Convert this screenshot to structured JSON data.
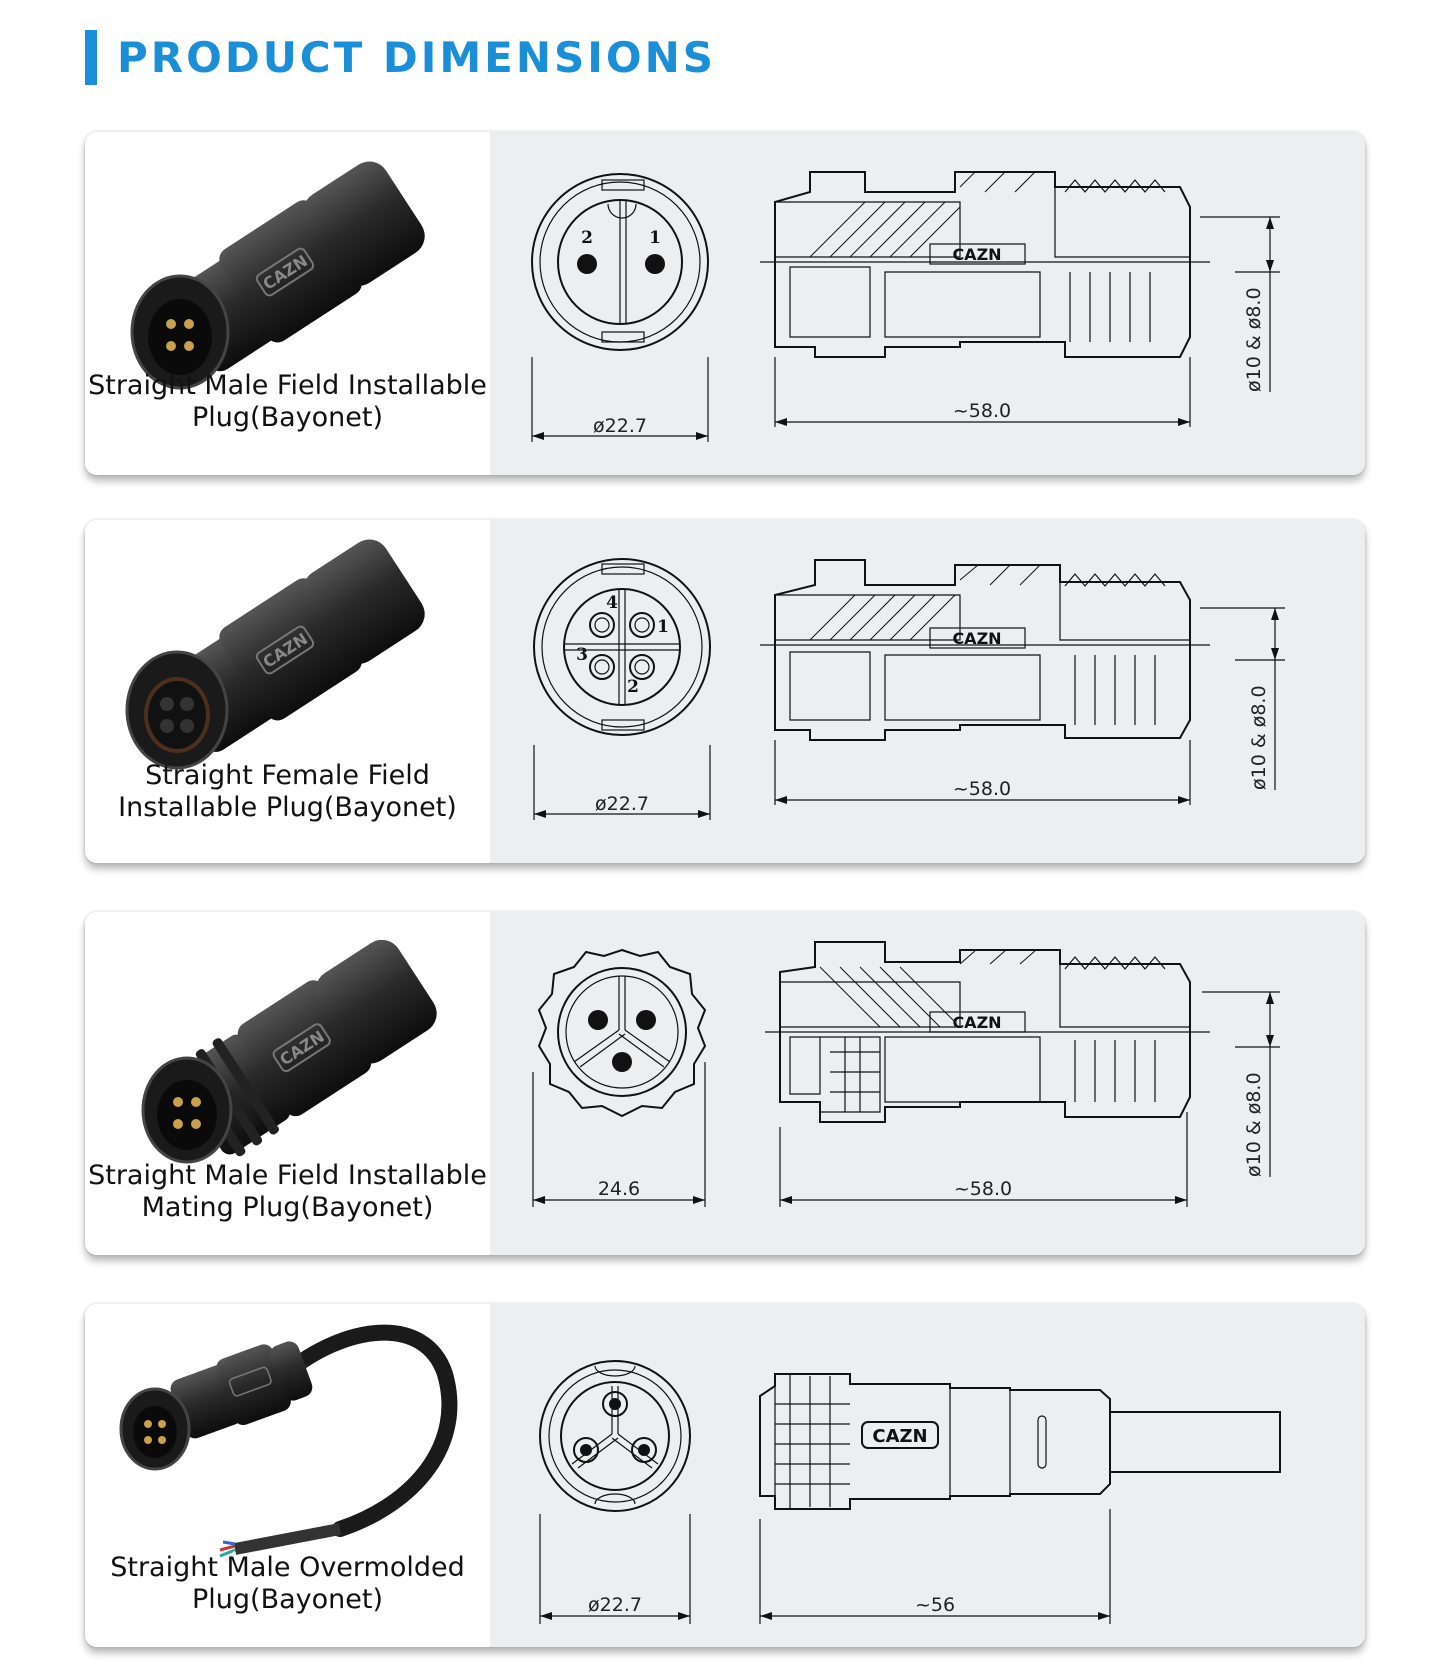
{
  "page": {
    "title": "PRODUCT DIMENSIONS"
  },
  "products": [
    {
      "name_line1": "Straight Male Field Installable",
      "name_line2": "Plug(Bayonet)",
      "pins": [
        "2",
        "1"
      ],
      "face_dim": "ø22.7",
      "length_dim": "~58.0",
      "cable_dim": "ø10 & ø8.0",
      "brand": "CAZN"
    },
    {
      "name_line1": "Straight Female Field",
      "name_line2": "Installable Plug(Bayonet)",
      "pins": [
        "4",
        "1",
        "3",
        "2"
      ],
      "face_dim": "ø22.7",
      "length_dim": "~58.0",
      "cable_dim": "ø10 & ø8.0",
      "brand": "CAZN"
    },
    {
      "name_line1": "Straight Male Field Installable",
      "name_line2": "Mating Plug(Bayonet)",
      "face_dim": "24.6",
      "length_dim": "~58.0",
      "cable_dim": "ø10 & ø8.0",
      "brand": "CAZN"
    },
    {
      "name_line1": "Straight Male Overmolded",
      "name_line2": "Plug(Bayonet)",
      "face_dim": "ø22.7",
      "length_dim": "~56",
      "brand": "CAZN"
    }
  ]
}
